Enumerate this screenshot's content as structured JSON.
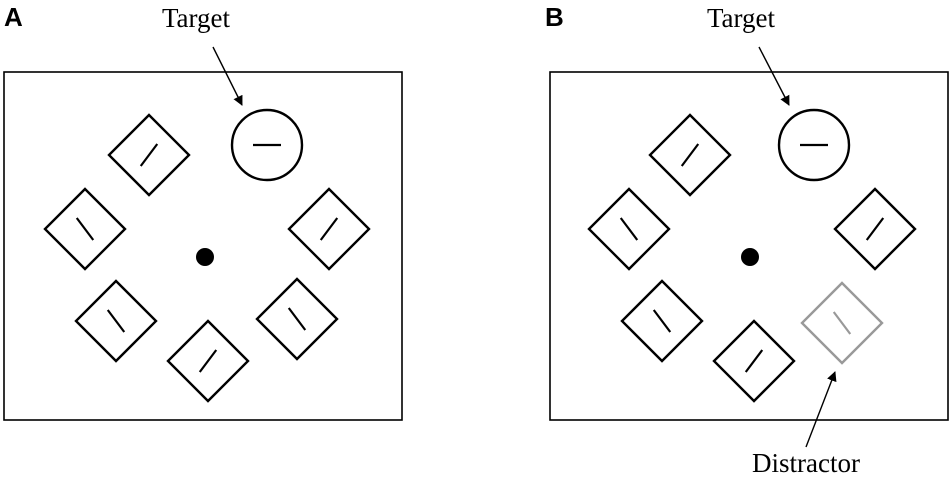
{
  "panels": [
    {
      "id": "A",
      "letter": "A",
      "target_label": "Target",
      "distractor_label": "",
      "items": [
        {
          "name": "target-circle",
          "shape": "circle",
          "line": "horizontal",
          "color": "#000000"
        },
        {
          "name": "diamond-upper-left",
          "shape": "diamond",
          "line": "diagonal-right",
          "color": "#000000"
        },
        {
          "name": "diamond-left",
          "shape": "diamond",
          "line": "diagonal-left",
          "color": "#000000"
        },
        {
          "name": "diamond-lower-left",
          "shape": "diamond",
          "line": "diagonal-left",
          "color": "#000000"
        },
        {
          "name": "diamond-bottom",
          "shape": "diamond",
          "line": "diagonal-right",
          "color": "#000000"
        },
        {
          "name": "diamond-lower-right",
          "shape": "diamond",
          "line": "diagonal-left",
          "color": "#000000"
        },
        {
          "name": "diamond-right",
          "shape": "diamond",
          "line": "diagonal-right",
          "color": "#000000"
        }
      ]
    },
    {
      "id": "B",
      "letter": "B",
      "target_label": "Target",
      "distractor_label": "Distractor",
      "items": [
        {
          "name": "target-circle",
          "shape": "circle",
          "line": "horizontal",
          "color": "#000000"
        },
        {
          "name": "diamond-upper-left",
          "shape": "diamond",
          "line": "diagonal-right",
          "color": "#000000"
        },
        {
          "name": "diamond-left",
          "shape": "diamond",
          "line": "diagonal-left",
          "color": "#000000"
        },
        {
          "name": "diamond-lower-left",
          "shape": "diamond",
          "line": "diagonal-left",
          "color": "#000000"
        },
        {
          "name": "diamond-bottom",
          "shape": "diamond",
          "line": "diagonal-right",
          "color": "#000000"
        },
        {
          "name": "distractor-diamond",
          "shape": "diamond",
          "line": "diagonal-left",
          "color": "#999999"
        },
        {
          "name": "diamond-right",
          "shape": "diamond",
          "line": "diagonal-right",
          "color": "#000000"
        }
      ]
    }
  ],
  "colors": {
    "stroke": "#000000",
    "distractor": "#999999",
    "background": "#ffffff"
  }
}
